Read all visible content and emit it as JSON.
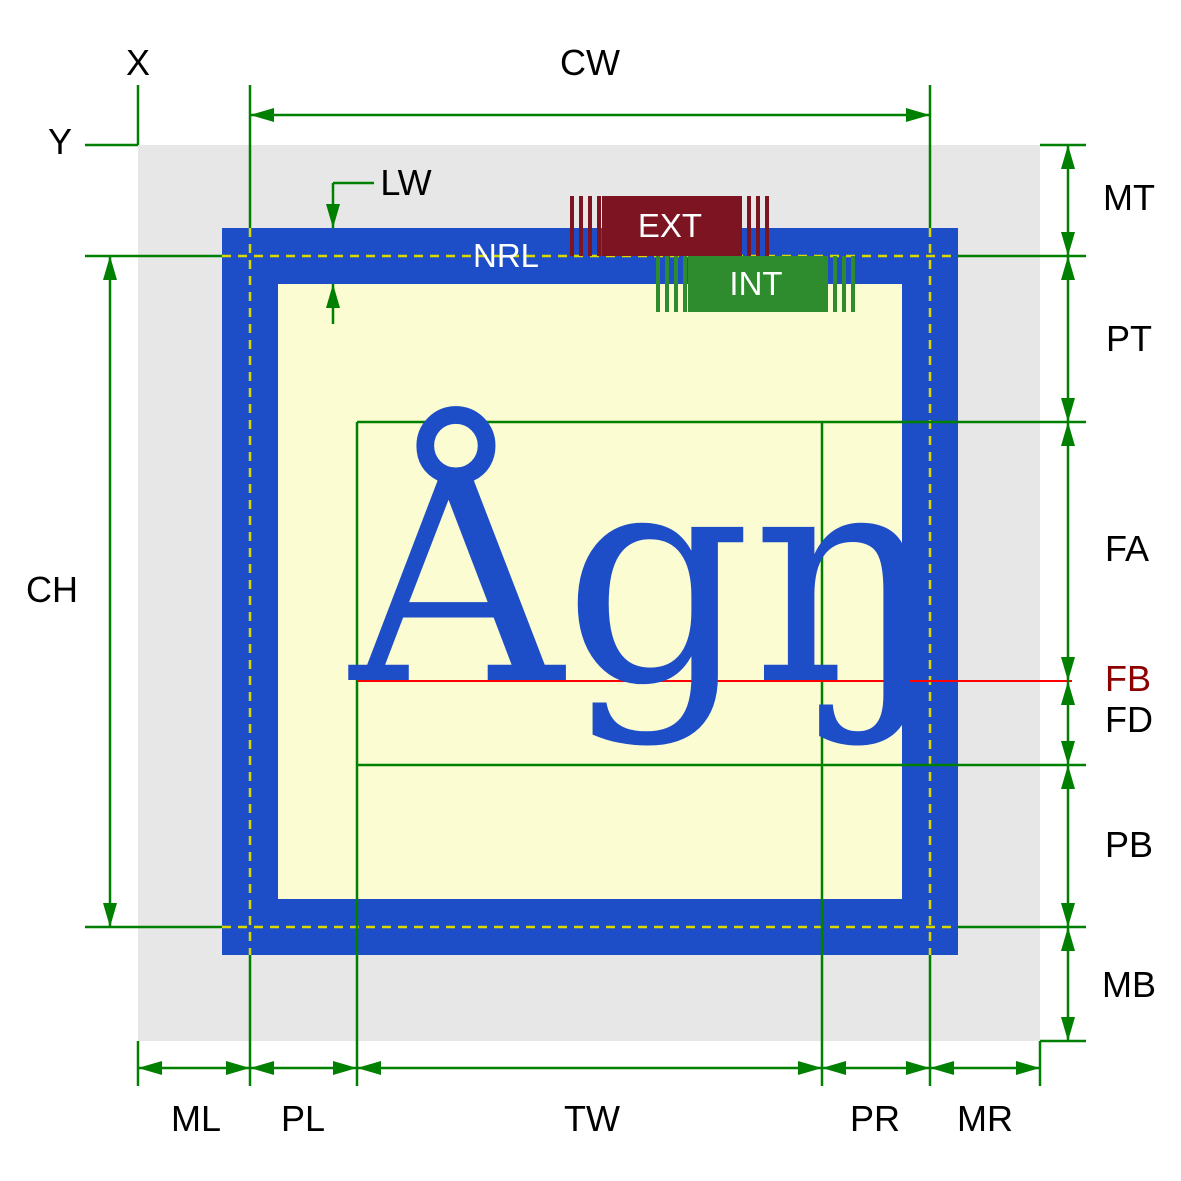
{
  "origin": {
    "x": "X",
    "y": "Y"
  },
  "dimensions": {
    "cw": "CW",
    "ch": "CH",
    "lw": "LW",
    "mt": "MT",
    "pt": "PT",
    "fa": "FA",
    "fb": "FB",
    "fd": "FD",
    "pb": "PB",
    "mb": "MB",
    "ml": "ML",
    "pl": "PL",
    "tw": "TW",
    "pr": "PR",
    "mr": "MR"
  },
  "border": {
    "nrl": "NRL",
    "ext": "EXT",
    "int": "INT"
  },
  "glyphs": {
    "sample_text": "Ågŋ"
  },
  "colors": {
    "margin_area": "#e7e7e7",
    "border": "#1d4ec8",
    "padding_area": "#fcfcd2",
    "dimension_lines": "#008000",
    "reference_dashes": "#d8d800",
    "baseline": "#ff0000",
    "ext_box": "#7d1421",
    "int_box": "#2e8b2e",
    "fb_label": "#8b0000"
  }
}
